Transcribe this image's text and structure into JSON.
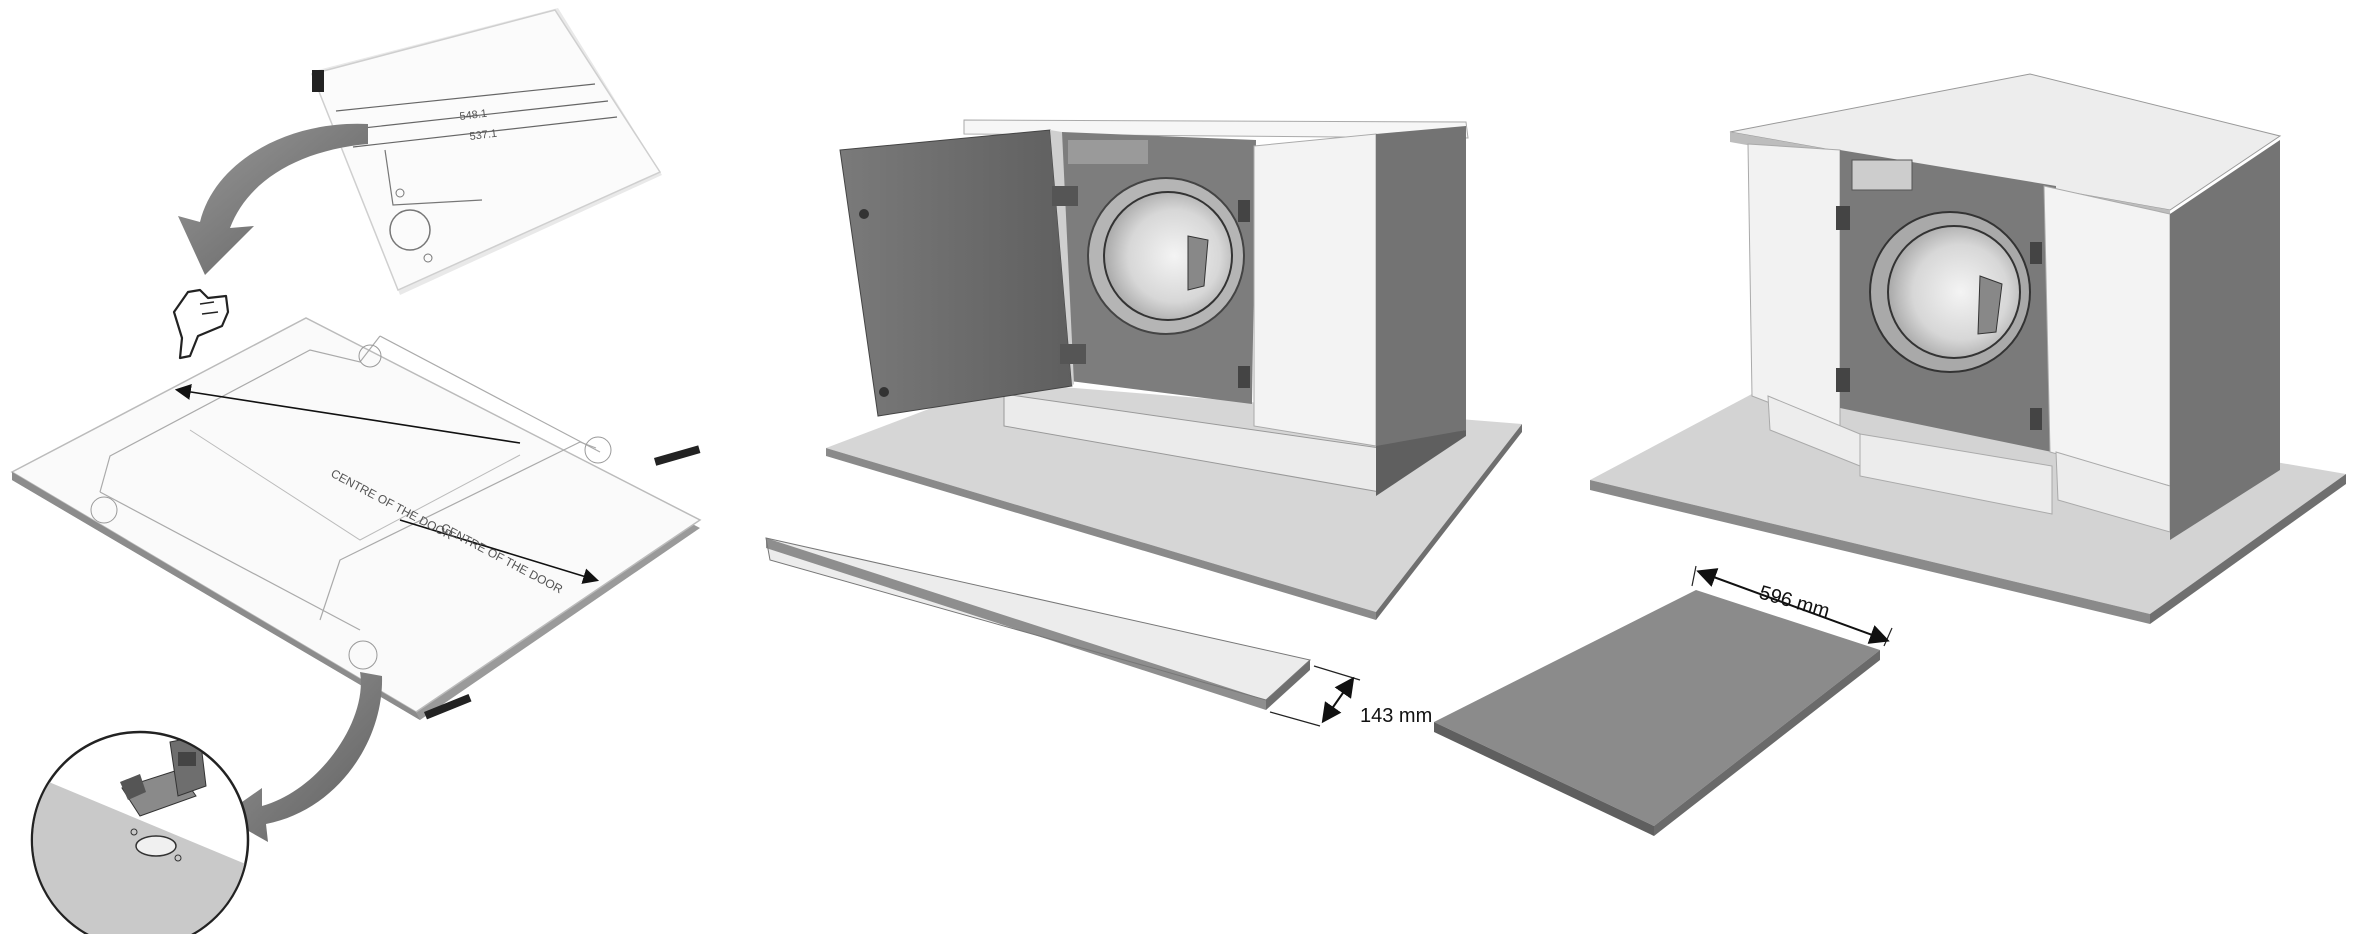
{
  "template": {
    "label_top": "548.1",
    "label_bottom": "537.1"
  },
  "panel_text": {
    "centre_line_1": "CENTRE OF THE DOOR",
    "centre_line_2": "CENTRE OF THE DOOR"
  },
  "dimensions": {
    "plinth_height": "143 mm",
    "panel_width": "596 mm"
  },
  "colors": {
    "light_panel": "#f3f3f3",
    "mid_grey": "#8f8f8f",
    "dark_grey": "#6a6a6a",
    "floor": "#d0d0d0",
    "arrow": "#7b7b7b"
  },
  "icons": {
    "hand": "pointing-hand-icon",
    "hinge": "hinge-icon"
  }
}
